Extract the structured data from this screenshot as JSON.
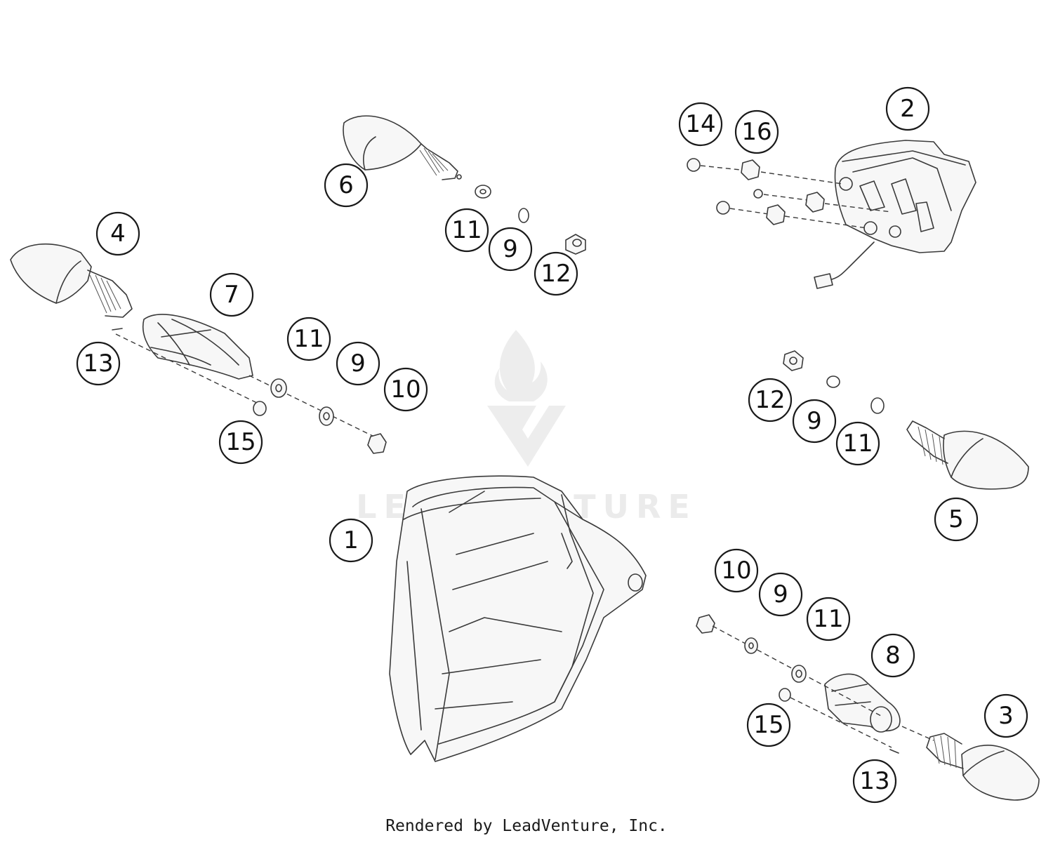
{
  "callouts": [
    {
      "id": "callout-1",
      "label": "1"
    },
    {
      "id": "callout-2",
      "label": "2"
    },
    {
      "id": "callout-3",
      "label": "3"
    },
    {
      "id": "callout-4",
      "label": "4"
    },
    {
      "id": "callout-5",
      "label": "5"
    },
    {
      "id": "callout-6",
      "label": "6"
    },
    {
      "id": "callout-7",
      "label": "7"
    },
    {
      "id": "callout-8",
      "label": "8"
    },
    {
      "id": "callout-9-a",
      "label": "9"
    },
    {
      "id": "callout-9-b",
      "label": "9"
    },
    {
      "id": "callout-9-c",
      "label": "9"
    },
    {
      "id": "callout-9-d",
      "label": "9"
    },
    {
      "id": "callout-10-a",
      "label": "10"
    },
    {
      "id": "callout-10-b",
      "label": "10"
    },
    {
      "id": "callout-11-a",
      "label": "11"
    },
    {
      "id": "callout-11-b",
      "label": "11"
    },
    {
      "id": "callout-11-c",
      "label": "11"
    },
    {
      "id": "callout-11-d",
      "label": "11"
    },
    {
      "id": "callout-12-a",
      "label": "12"
    },
    {
      "id": "callout-12-b",
      "label": "12"
    },
    {
      "id": "callout-13-a",
      "label": "13"
    },
    {
      "id": "callout-13-b",
      "label": "13"
    },
    {
      "id": "callout-14",
      "label": "14"
    },
    {
      "id": "callout-15-a",
      "label": "15"
    },
    {
      "id": "callout-15-b",
      "label": "15"
    },
    {
      "id": "callout-16",
      "label": "16"
    }
  ],
  "watermark": {
    "text": "LEADVENTURE"
  },
  "footer": {
    "text": "Rendered by LeadVenture, Inc."
  }
}
